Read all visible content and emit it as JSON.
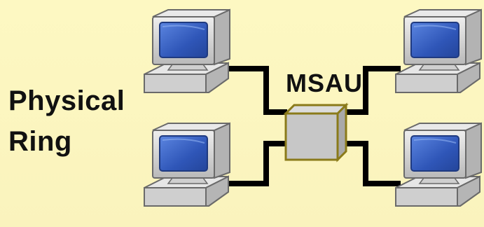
{
  "caption": {
    "line1": "Physical",
    "line2": "Ring"
  },
  "hub": {
    "label": "MSAU"
  },
  "colors": {
    "background": "#fdf8c2",
    "cable": "#000000",
    "hub_fill": "#c7c7c7",
    "hub_border": "#8a7a1a",
    "computer_body": "#d4d4d4",
    "screen": "#3a63c8"
  },
  "computers": [
    {
      "name": "computer-top-left"
    },
    {
      "name": "computer-bottom-left"
    },
    {
      "name": "computer-top-right"
    },
    {
      "name": "computer-bottom-right"
    }
  ]
}
